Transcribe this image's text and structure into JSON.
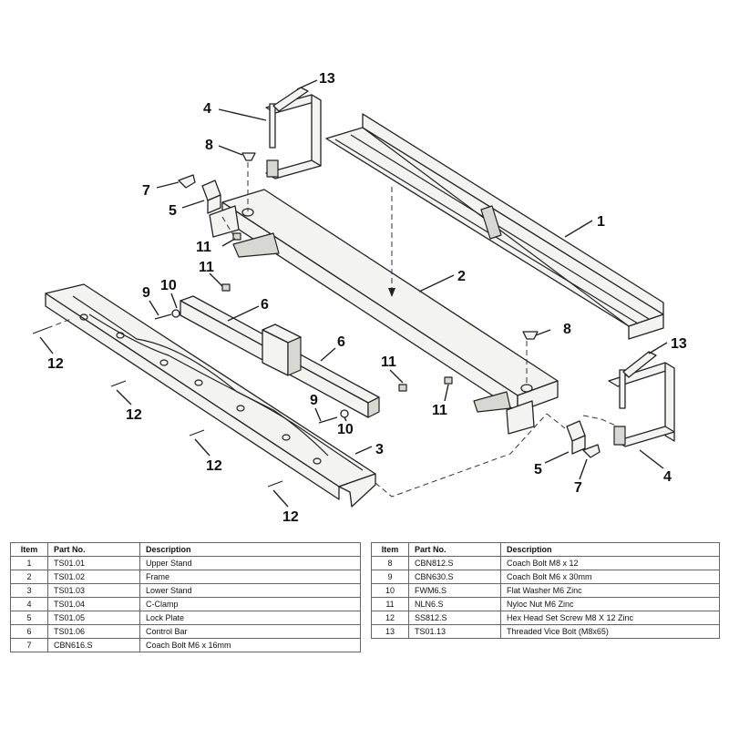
{
  "diagram": {
    "callouts": [
      "1",
      "2",
      "3",
      "4",
      "4",
      "5",
      "5",
      "6",
      "6",
      "7",
      "7",
      "8",
      "8",
      "9",
      "9",
      "10",
      "10",
      "11",
      "11",
      "11",
      "11",
      "12",
      "12",
      "12",
      "12",
      "13",
      "13"
    ]
  },
  "parts_table": {
    "headers": {
      "item": "Item",
      "part_no": "Part No.",
      "description": "Description"
    },
    "left_rows": [
      {
        "item": "1",
        "part_no": "TS01.01",
        "description": "Upper Stand"
      },
      {
        "item": "2",
        "part_no": "TS01.02",
        "description": "Frame"
      },
      {
        "item": "3",
        "part_no": "TS01.03",
        "description": "Lower Stand"
      },
      {
        "item": "4",
        "part_no": "TS01.04",
        "description": "C-Clamp"
      },
      {
        "item": "5",
        "part_no": "TS01.05",
        "description": "Lock Plate"
      },
      {
        "item": "6",
        "part_no": "TS01.06",
        "description": "Control Bar"
      },
      {
        "item": "7",
        "part_no": "CBN616.S",
        "description": "Coach Bolt M6 x 16mm"
      }
    ],
    "right_rows": [
      {
        "item": "8",
        "part_no": "CBN812.S",
        "description": "Coach Bolt M8 x 12"
      },
      {
        "item": "9",
        "part_no": "CBN630.S",
        "description": "Coach Bolt M6 x 30mm"
      },
      {
        "item": "10",
        "part_no": "FWM6.S",
        "description": "Flat Washer M6 Zinc"
      },
      {
        "item": "11",
        "part_no": "NLN6.S",
        "description": "Nyloc Nut M6 Zinc"
      },
      {
        "item": "12",
        "part_no": "SS812.S",
        "description": "Hex Head Set Screw M8 X 12 Zinc"
      },
      {
        "item": "13",
        "part_no": "TS01.13",
        "description": "Threaded Vice Bolt (M8x65)"
      }
    ]
  }
}
